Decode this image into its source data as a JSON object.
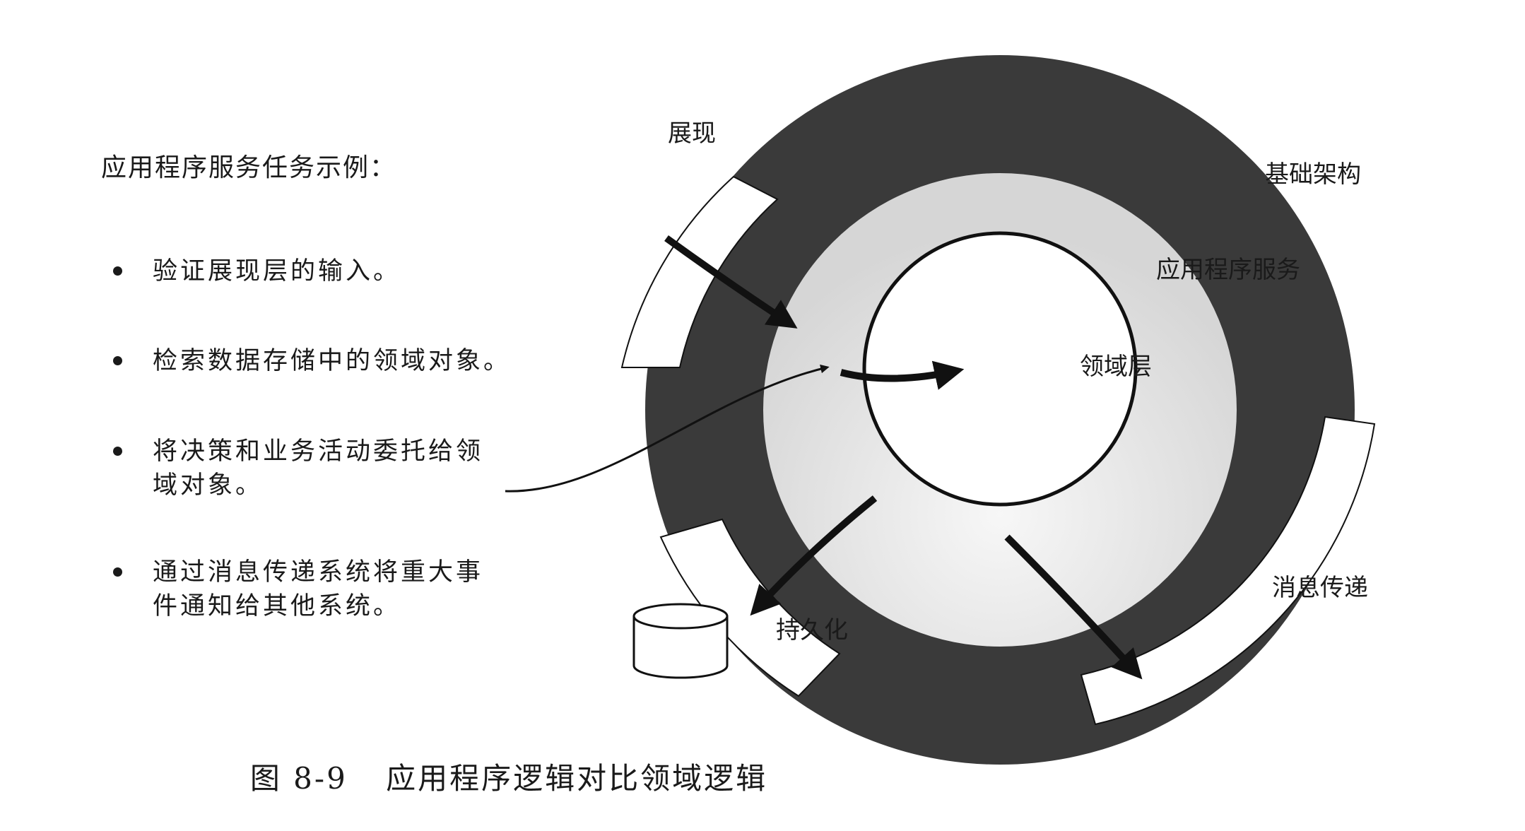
{
  "panel": {
    "title": "应用程序服务任务示例：",
    "tasks": [
      {
        "line1": "验证展现层的输入。",
        "line2": ""
      },
      {
        "line1": "检索数据存储中的领域对象。",
        "line2": ""
      },
      {
        "line1": "将决策和业务活动委托给领",
        "line2": "域对象。"
      },
      {
        "line1": "通过消息传递系统将重大事",
        "line2": "件通知给其他系统。"
      }
    ]
  },
  "diagram": {
    "labels": {
      "presentation": "展现",
      "infrastructure": "基础架构",
      "application_services": "应用程序服务",
      "domain_layer": "领域层",
      "persistence": "持久化",
      "messaging": "消息传递"
    },
    "colors": {
      "outer_ring": "#3a3a3a",
      "application_ring": "#efefef",
      "domain_core": "#ffffff",
      "arrows": "#111111"
    },
    "icons": [
      "database-cylinder-icon"
    ]
  },
  "caption": {
    "figure_number": "图 8-9",
    "title": "应用程序逻辑对比领域逻辑"
  }
}
